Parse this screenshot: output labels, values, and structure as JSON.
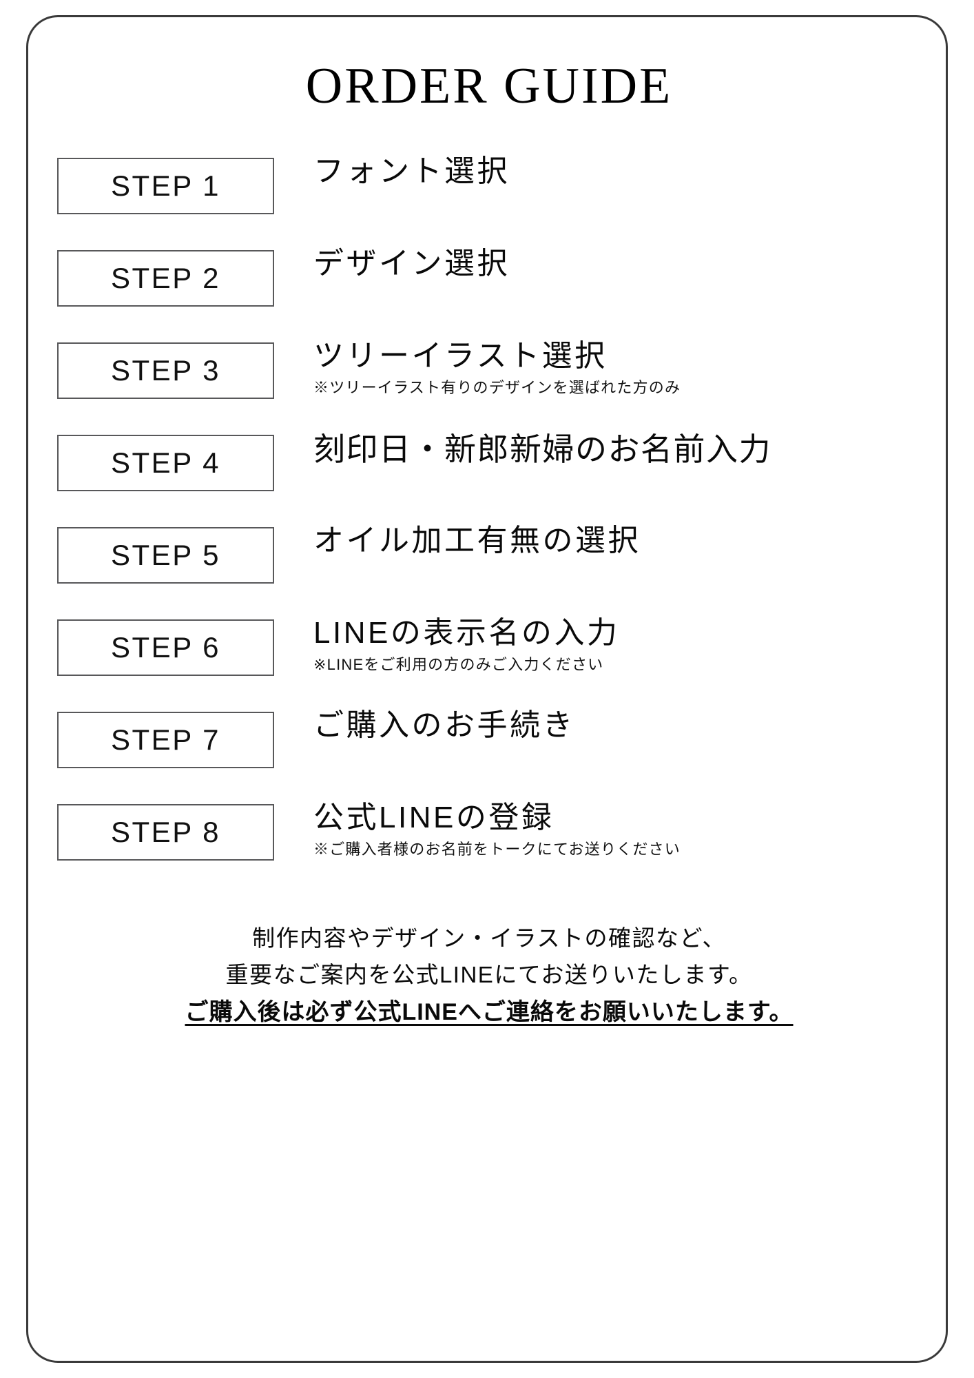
{
  "document": {
    "title": "ORDER GUIDE",
    "frame_color": "#3a3a3a",
    "box_border_color": "#58585a",
    "text_color": "#0a0a0a"
  },
  "steps": [
    {
      "badge": "STEP 1",
      "label": "フォント選択",
      "note": ""
    },
    {
      "badge": "STEP 2",
      "label": "デザイン選択",
      "note": ""
    },
    {
      "badge": "STEP 3",
      "label": "ツリーイラスト選択",
      "note": "※ツリーイラスト有りのデザインを選ばれた方のみ"
    },
    {
      "badge": "STEP 4",
      "label": "刻印日・新郎新婦のお名前入力",
      "note": ""
    },
    {
      "badge": "STEP 5",
      "label": "オイル加工有無の選択",
      "note": ""
    },
    {
      "badge": "STEP 6",
      "label": "LINEの表示名の入力",
      "note": "※LINEをご利用の方のみご入力ください"
    },
    {
      "badge": "STEP 7",
      "label": "ご購入のお手続き",
      "note": ""
    },
    {
      "badge": "STEP 8",
      "label": "公式LINEの登録",
      "note": "※ご購入者様のお名前をトークにてお送りください"
    }
  ],
  "footer": {
    "line1": "制作内容やデザイン・イラストの確認など、",
    "line2": "重要なご案内を公式LINEにてお送りいたします。",
    "line3": "ご購入後は必ず公式LINEへご連絡をお願いいたします。"
  }
}
